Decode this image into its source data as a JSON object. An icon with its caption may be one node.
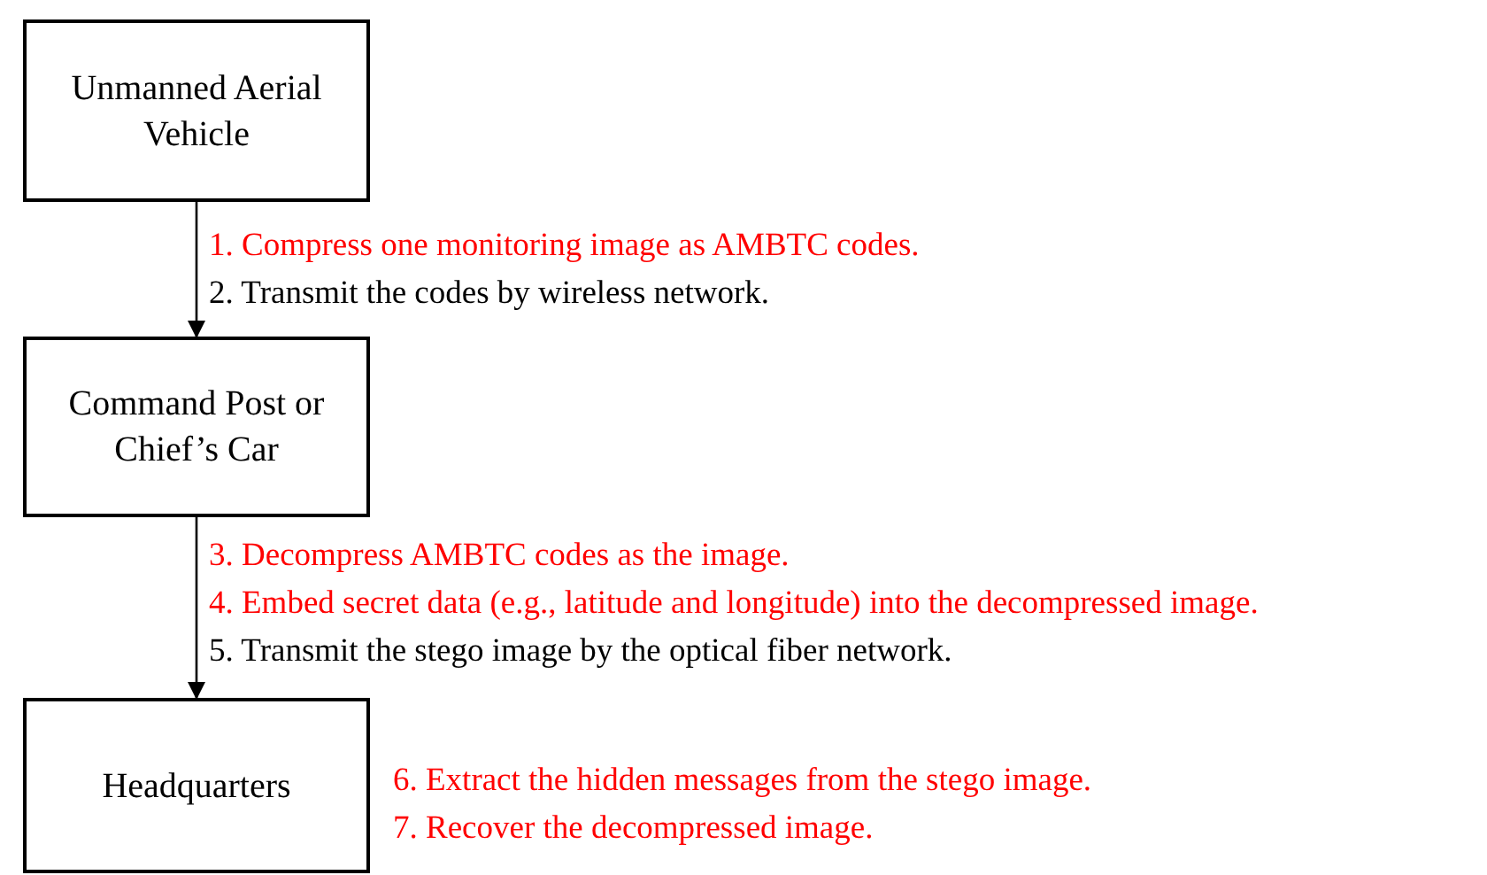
{
  "diagram": {
    "nodes": [
      {
        "text": [
          "Unmanned Aerial Vehicle"
        ]
      },
      {
        "text": [
          "Command Post or Chief’s Car"
        ]
      },
      {
        "text": [
          "Headquarters"
        ],
        "beside": [
          "6. Extract the hidden messages from the stego image.",
          "7. Recover the decompressed image."
        ]
      }
    ],
    "edges": [
      {
        "from": 0,
        "to": 1,
        "arrow": "to"
      },
      {
        "from": 1,
        "to": 2,
        "arrow": "to"
      }
    ],
    "labels": [
      "1. Compress one monitoring image as AMBTC codes.",
      "2. Transmit the codes by wireless network.",
      "3. Decompress AMBTC codes as the image.",
      "4. Embed secret data (e.g., latitude and longitude) into the decompressed image.",
      "5. Transmit the stego image by the optical fiber network."
    ]
  }
}
